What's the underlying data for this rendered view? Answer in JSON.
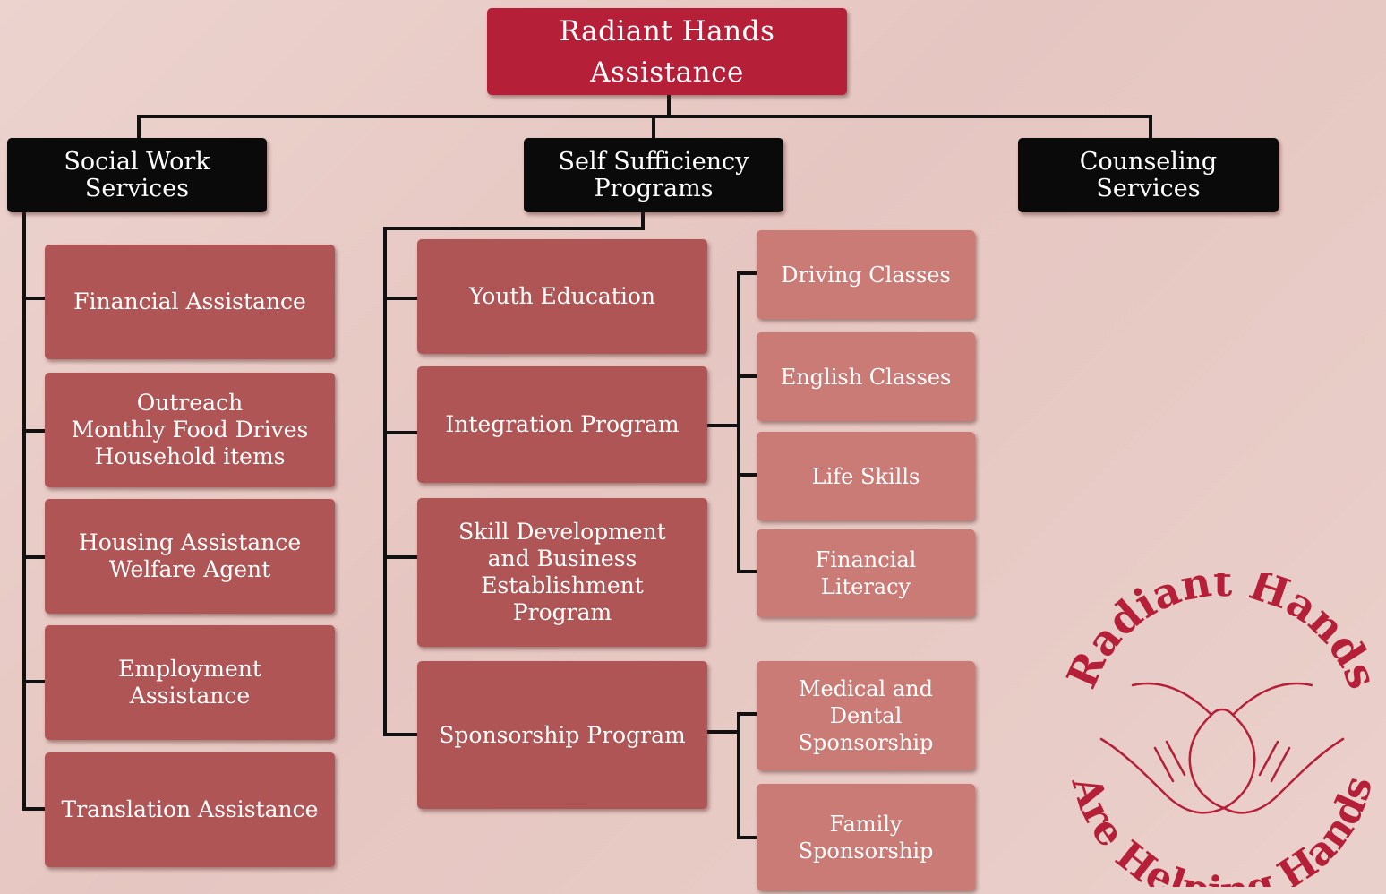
{
  "org": {
    "title": "Radiant Hands\nAssistance",
    "departments": {
      "social_work": {
        "label": "Social Work\nServices",
        "services": [
          "Financial Assistance",
          "Outreach\nMonthly Food Drives\nHousehold items",
          "Housing Assistance\nWelfare Agent",
          "Employment\nAssistance",
          "Translation Assistance"
        ]
      },
      "self_sufficiency": {
        "label": "Self Sufficiency\nPrograms",
        "programs": [
          "Youth Education",
          "Integration Program",
          "Skill Development\nand Business\nEstablishment\nProgram",
          "Sponsorship Program"
        ],
        "integration_subprograms": [
          "Driving Classes",
          "English Classes",
          "Life Skills",
          "Financial\nLiteracy"
        ],
        "sponsorship_subprograms": [
          "Medical and\nDental\nSponsorship",
          "Family\nSponsorship"
        ]
      },
      "counseling": {
        "label": "Counseling\nServices"
      }
    }
  },
  "logo": {
    "top_text": "Radiant Hands",
    "bottom_text": "Are Helping Hands",
    "color": "#b51f38"
  },
  "colors": {
    "root": "#b51f38",
    "department": "#0a0a0a",
    "service": "#b05555",
    "subprogram": "#cb7b76",
    "connector": "#111111"
  }
}
